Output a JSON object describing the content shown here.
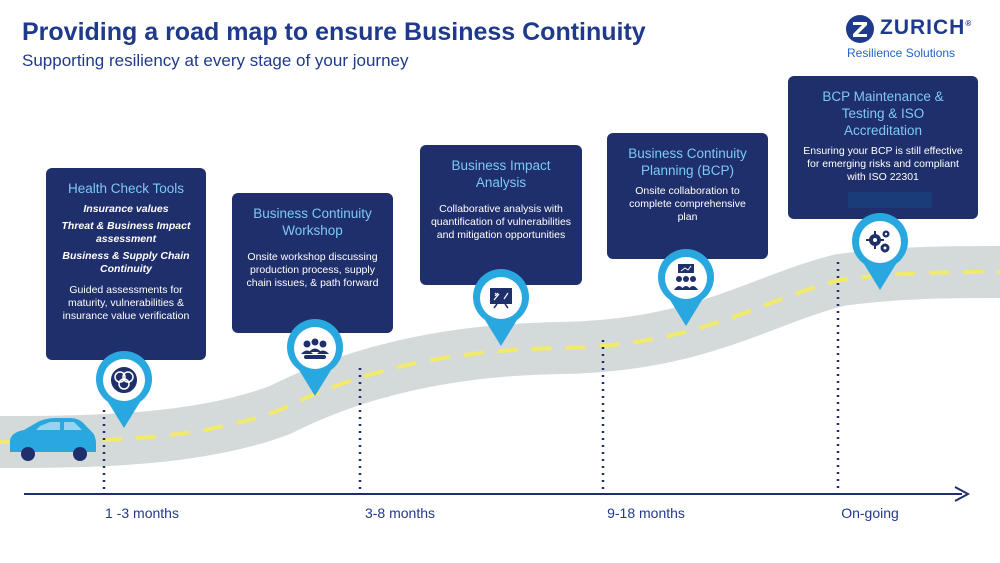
{
  "header": {
    "title": "Providing a road map to ensure Business Continuity",
    "subtitle": "Supporting resiliency at every stage of your journey"
  },
  "logo": {
    "word": "ZURICH",
    "registered": "®",
    "sub": "Resilience Solutions",
    "icon": "zurich-z-logo-icon"
  },
  "colors": {
    "title": "#1f3a8a",
    "card": "#1f2f6b",
    "card_title": "#7ec8f7",
    "pin": "#29a8e0",
    "road": "#d4d9d9",
    "dash": "#f2ea6a",
    "car": "#29a8e0"
  },
  "stages": [
    {
      "title": "Health Check Tools",
      "items": [
        "Insurance values",
        "Threat & Business Impact assessment",
        "Business & Supply Chain Continuity"
      ],
      "body": "Guided assessments for maturity, vulnerabilities & insurance value verification",
      "icon": "venn-diagram-icon"
    },
    {
      "title": "Business Continuity Workshop",
      "items": [],
      "body": "Onsite workshop discussing production process, supply chain issues, & path forward",
      "icon": "group-meeting-icon"
    },
    {
      "title": "Business Impact Analysis",
      "items": [],
      "body": "Collaborative analysis with quantification of vulnerabilities and mitigation opportunities",
      "icon": "whiteboard-strategy-icon"
    },
    {
      "title": "Business Continuity Planning (BCP)",
      "items": [],
      "body": "Onsite collaboration to complete comprehensive plan",
      "icon": "team-presentation-icon"
    },
    {
      "title": "BCP Maintenance & Testing & ISO Accreditation",
      "items": [],
      "body": "Ensuring your BCP is still effective for emerging risks and compliant with ISO 22301",
      "icon": "gears-icon"
    }
  ],
  "timeline": [
    "1 -3 months",
    "3-8 months",
    "9-18 months",
    "On-going"
  ]
}
